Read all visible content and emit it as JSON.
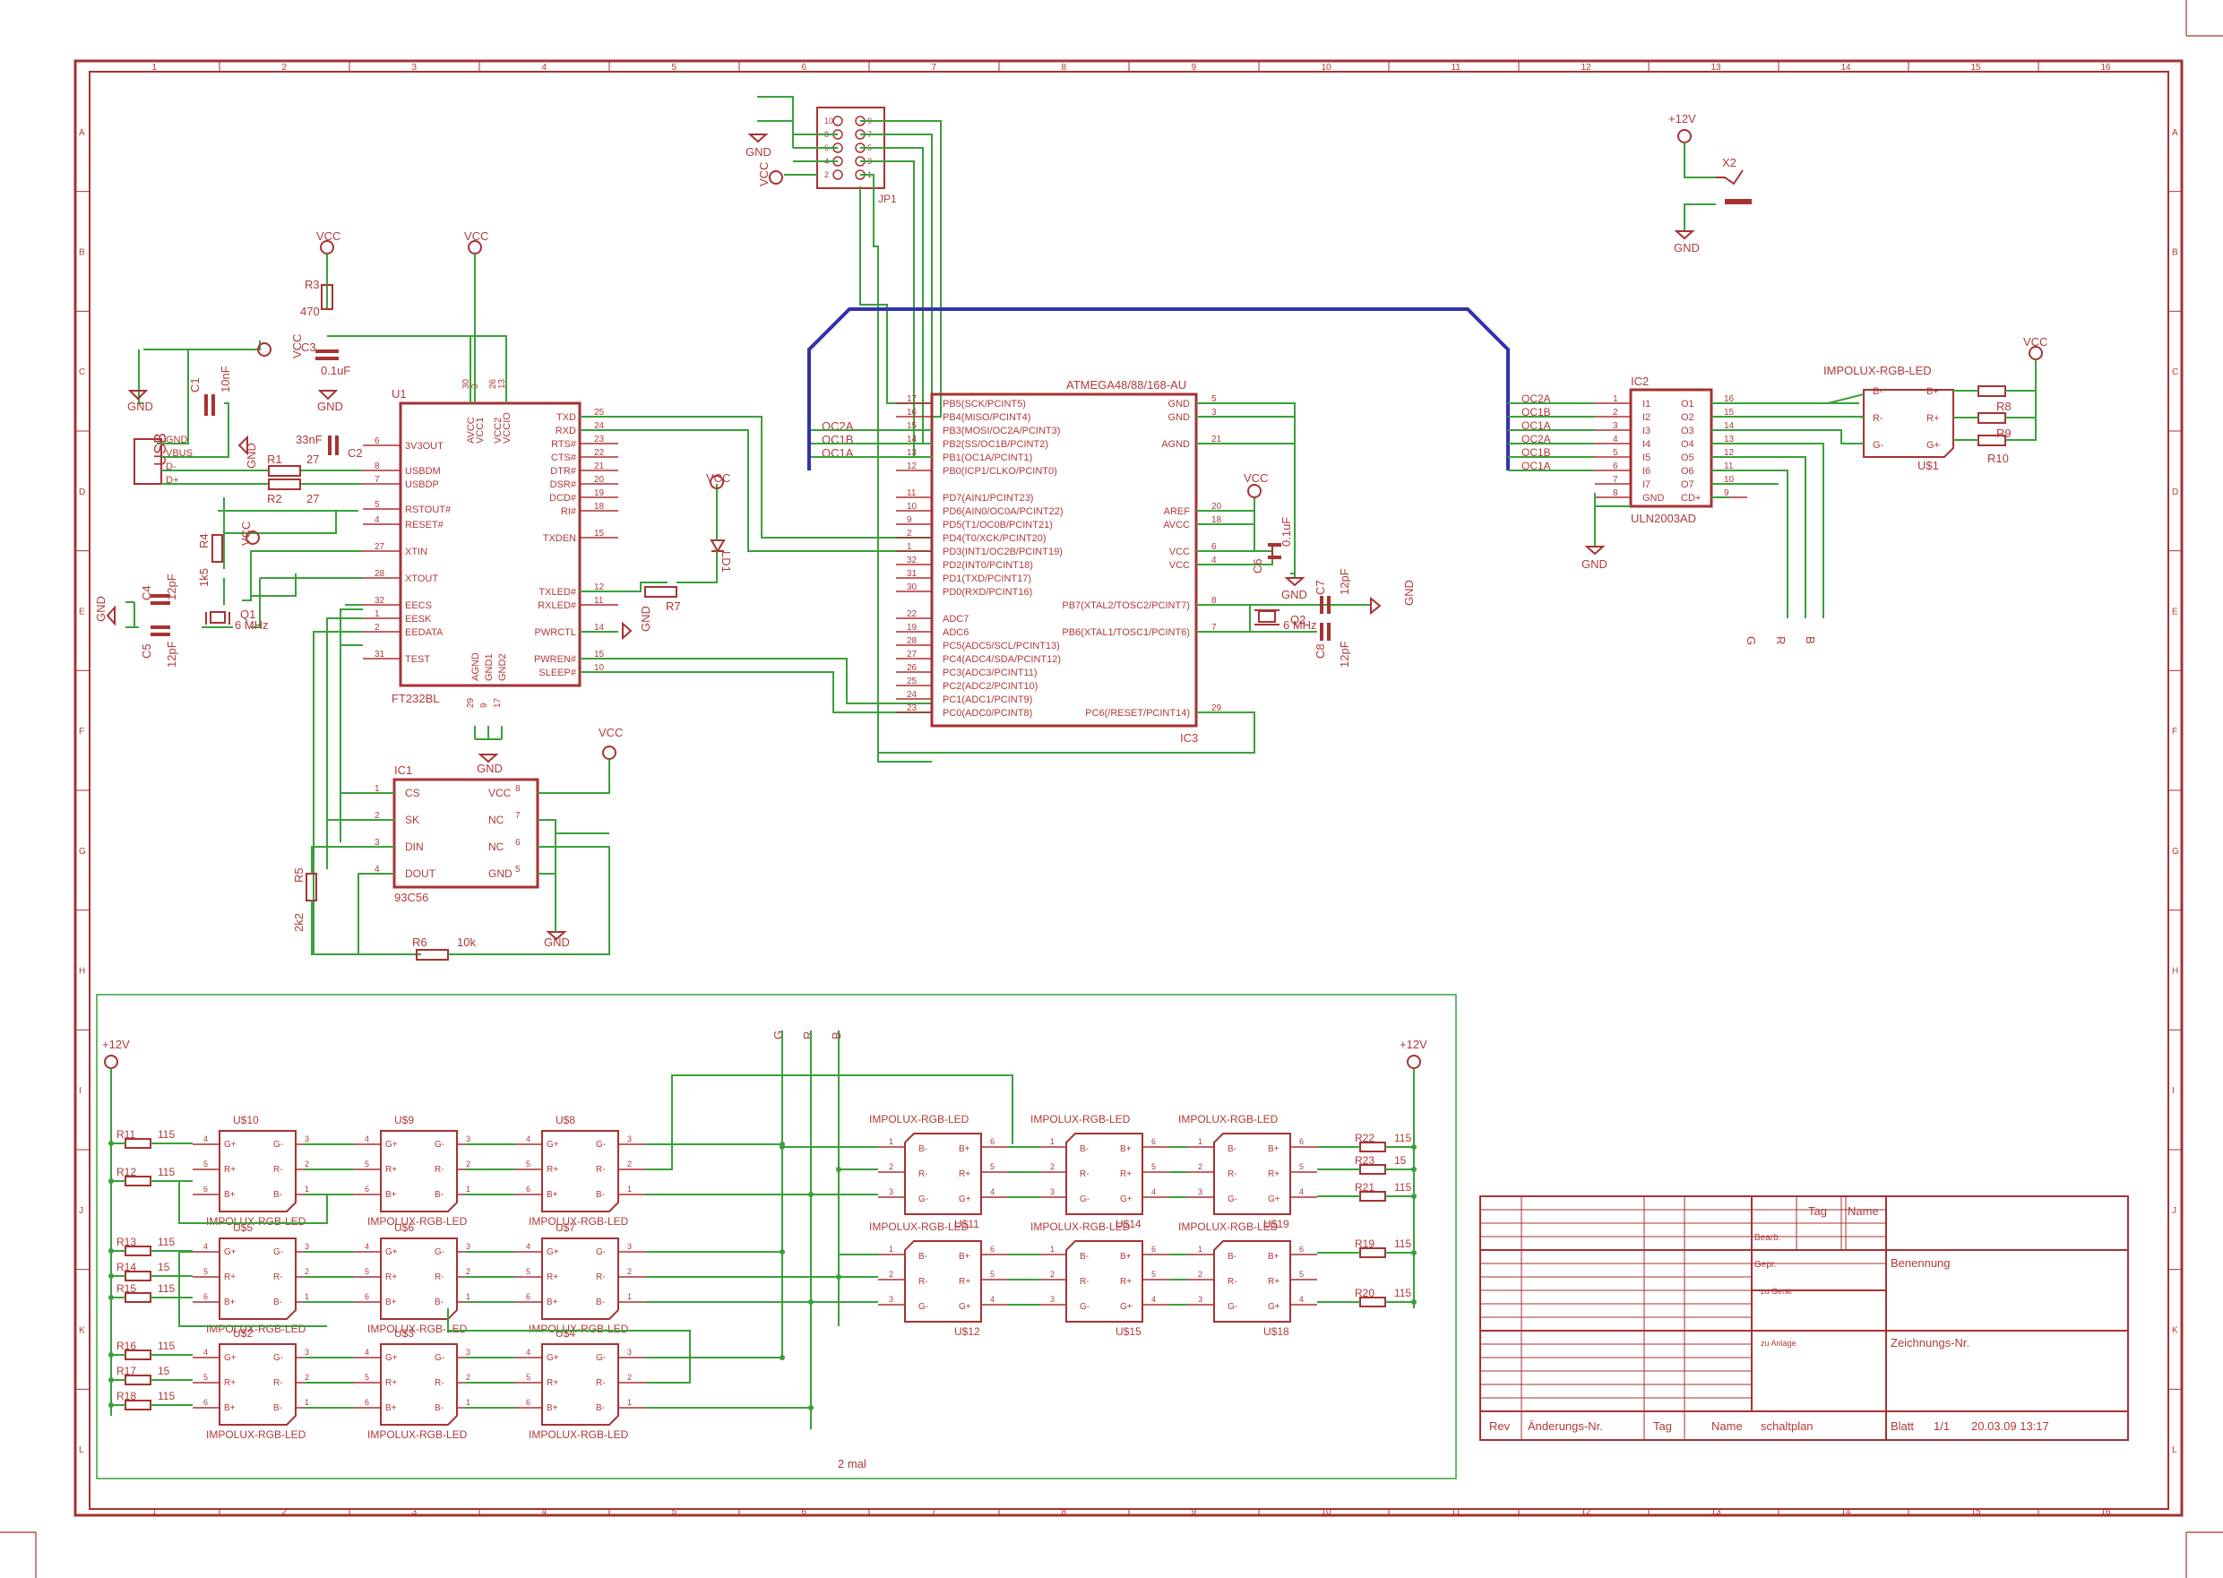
{
  "frame": {
    "cols": [
      "1",
      "2",
      "3",
      "4",
      "5",
      "6",
      "7",
      "8",
      "9",
      "10",
      "11",
      "12",
      "13",
      "14",
      "15",
      "16"
    ],
    "rows": [
      "A",
      "B",
      "C",
      "D",
      "E",
      "F",
      "G",
      "H",
      "I",
      "J",
      "K",
      "L"
    ]
  },
  "colors": {
    "frame": "#a83232",
    "wire": "#3aa03a",
    "bus": "#3333aa",
    "text": "#b03a3a"
  },
  "usb": {
    "label": "USB",
    "pins": [
      "GND",
      "VBUS",
      "D-",
      "D+"
    ]
  },
  "u1": {
    "name": "U1",
    "part": "FT232BL",
    "left_pins": [
      "3V3OUT",
      "USBDM",
      "USBDP",
      "RSTOUT#",
      "RESET#",
      "XTIN",
      "XTOUT",
      "EECS",
      "EESK",
      "EEDATA",
      "TEST"
    ],
    "left_nums": [
      "6",
      "8",
      "7",
      "5",
      "4",
      "27",
      "28",
      "32",
      "1",
      "2",
      "31"
    ],
    "right_pins": [
      "TXD",
      "RXD",
      "RTS#",
      "CTS#",
      "DTR#",
      "DSR#",
      "DCD#",
      "RI#",
      "TXDEN",
      "TXLED#",
      "RXLED#",
      "PWRCTL",
      "PWREN#",
      "SLEEP#"
    ],
    "right_nums": [
      "25",
      "24",
      "23",
      "22",
      "21",
      "20",
      "19",
      "18",
      "15",
      "12",
      "11",
      "14",
      "15",
      "10"
    ],
    "top_pins": [
      "AVCC",
      "VCC1",
      "VCC2",
      "VCCIO"
    ],
    "top_nums": [
      "30",
      "3",
      "26",
      "13"
    ],
    "bottom_pins": [
      "AGND",
      "GND1",
      "GND2"
    ],
    "bottom_nums": [
      "29",
      "9",
      "17"
    ]
  },
  "passives": {
    "r3": "R3",
    "r3v": "470",
    "c3": "C3",
    "c3v": "0.1uF",
    "c1": "C1",
    "c1v": "10nF",
    "c2": "C2",
    "c2v": "33nF",
    "r1": "R1",
    "r1v": "27",
    "r2": "R2",
    "r2v": "27",
    "r4": "R4",
    "r4v": "1k5",
    "c4": "C4",
    "c4v": "12pF",
    "c5": "C5",
    "c5v": "12pF",
    "q1": "Q1",
    "q1v": "6 MHz",
    "r5": "R5",
    "r5v": "2k2",
    "r6": "R6",
    "r6v": "10k",
    "r7": "R7",
    "ld1": "LD1",
    "c6": "C6",
    "c6v": "0.1uF",
    "c7": "C7",
    "c7v": "12pF",
    "c8": "C8",
    "c8v": "12pF",
    "q2": "Q2",
    "q2v": "6 MHz"
  },
  "power": {
    "vcc": "VCC",
    "gnd": "GND",
    "p12": "+12V"
  },
  "ic1": {
    "name": "IC1",
    "part": "93C56",
    "left_pins": [
      "CS",
      "SK",
      "DIN",
      "DOUT"
    ],
    "left_nums": [
      "1",
      "2",
      "3",
      "4"
    ],
    "right_pins": [
      "VCC",
      "NC",
      "NC",
      "GND"
    ],
    "right_nums": [
      "8",
      "7",
      "6",
      "5"
    ]
  },
  "jp1": {
    "name": "JP1",
    "nums_left": [
      "10",
      "8",
      "6",
      "4",
      "2"
    ],
    "nums_right": [
      "9",
      "7",
      "5",
      "3",
      "1"
    ]
  },
  "ic3": {
    "name": "IC3",
    "part": "ATMEGA48/88/168-AU",
    "left_pins": [
      "PB5(SCK/PCINT5)",
      "PB4(MISO/PCINT4)",
      "PB3(MOSI/OC2A/PCINT3)",
      "PB2(SS/OC1B/PCINT2)",
      "PB1(OC1A/PCINT1)",
      "PB0(ICP1/CLKO/PCINT0)",
      "PD7(AIN1/PCINT23)",
      "PD6(AIN0/OC0A/PCINT22)",
      "PD5(T1/OC0B/PCINT21)",
      "PD4(T0/XCK/PCINT20)",
      "PD3(INT1/OC2B/PCINT19)",
      "PD2(INT0/PCINT18)",
      "PD1(TXD/PCINT17)",
      "PD0(RXD/PCINT16)",
      "ADC7",
      "ADC6",
      "PC5(ADC5/SCL/PCINT13)",
      "PC4(ADC4/SDA/PCINT12)",
      "PC3(ADC3/PCINT11)",
      "PC2(ADC2/PCINT10)",
      "PC1(ADC1/PCINT9)",
      "PC0(ADC0/PCINT8)"
    ],
    "left_nums": [
      "17",
      "16",
      "15",
      "14",
      "13",
      "12",
      "11",
      "10",
      "9",
      "2",
      "1",
      "32",
      "31",
      "30",
      "22",
      "19",
      "28",
      "27",
      "26",
      "25",
      "24",
      "23"
    ],
    "right_pins": [
      "GND",
      "GND",
      "AGND",
      "AREF",
      "AVCC",
      "VCC",
      "VCC",
      "PB7(XTAL2/TOSC2/PCINT7)",
      "PB6(XTAL1/TOSC1/PCINT6)",
      "PC6(/RESET/PCINT14)"
    ],
    "right_nums": [
      "5",
      "3",
      "21",
      "20",
      "18",
      "6",
      "4",
      "8",
      "7",
      "29"
    ]
  },
  "oc_labels": {
    "oc2a": "OC2A",
    "oc1b": "OC1B",
    "oc1a": "OC1A"
  },
  "ic2": {
    "name": "IC2",
    "part": "ULN2003AD",
    "left_pins": [
      "I1",
      "I2",
      "I3",
      "I4",
      "I5",
      "I6",
      "I7",
      "GND"
    ],
    "left_nums": [
      "1",
      "2",
      "3",
      "4",
      "5",
      "6",
      "7",
      "8"
    ],
    "right_pins": [
      "O1",
      "O2",
      "O3",
      "O4",
      "O5",
      "O6",
      "O7",
      "CD+"
    ],
    "right_nums": [
      "16",
      "15",
      "14",
      "13",
      "12",
      "11",
      "10",
      "9"
    ],
    "net_labels": [
      "OC2A",
      "OC1B",
      "OC1A",
      "OC2A",
      "OC1B",
      "OC1A"
    ]
  },
  "x2": {
    "name": "X2"
  },
  "rgb_top": {
    "title": "IMPOLUX-RGB-LED",
    "name": "U$1",
    "pins_left": [
      "B-",
      "R-",
      "G-"
    ],
    "pins_right": [
      "B+",
      "R+",
      "G+"
    ],
    "r8": "R8",
    "r9": "R9",
    "r10": "R10"
  },
  "gbr": [
    "G",
    "R",
    "B"
  ],
  "led_names_left": [
    "U$10",
    "U$9",
    "U$8",
    "U$5",
    "U$6",
    "U$7",
    "U$2",
    "U$3",
    "U$4"
  ],
  "led_names_right": [
    "U$11",
    "U$14",
    "U$19",
    "U$12",
    "U$15",
    "U$18"
  ],
  "led_part": "IMPOLUX-RGB-LED",
  "led_pins_g": [
    "G+",
    "R+",
    "B+"
  ],
  "led_pins_m": [
    "G-",
    "R-",
    "B-"
  ],
  "led_pins_r": [
    "B-",
    "R-",
    "G-"
  ],
  "led_pins_rp": [
    "B+",
    "R+",
    "G+"
  ],
  "res_left": {
    "r11": "R11",
    "r12": "R12",
    "r13": "R13",
    "r14": "R14",
    "r15": "R15",
    "r16": "R16",
    "r17": "R17",
    "r18": "R18",
    "v115": "115",
    "v15": "15"
  },
  "res_right": {
    "r22": "R22",
    "r23": "R23",
    "r21": "R21",
    "r19": "R19",
    "r20": "R20"
  },
  "bottom_note": "2 mal",
  "title_block": {
    "tag": "Tag",
    "name": "Name",
    "bearb": "Bearb.",
    "gepr": "Gepr.",
    "benennung": "Benennung",
    "zu_geraet": "zu Gerät",
    "zu_anlage": "zu Anlage",
    "zeichnungs": "Zeichnungs-Nr.",
    "rev": "Rev",
    "aenderungs": "Änderungs-Nr.",
    "tag2": "Tag",
    "name2": "Name",
    "schaltplan": "schaltplan",
    "blatt": "Blatt",
    "blatt_v": "1/1",
    "datum": "20.03.09 13:17"
  }
}
